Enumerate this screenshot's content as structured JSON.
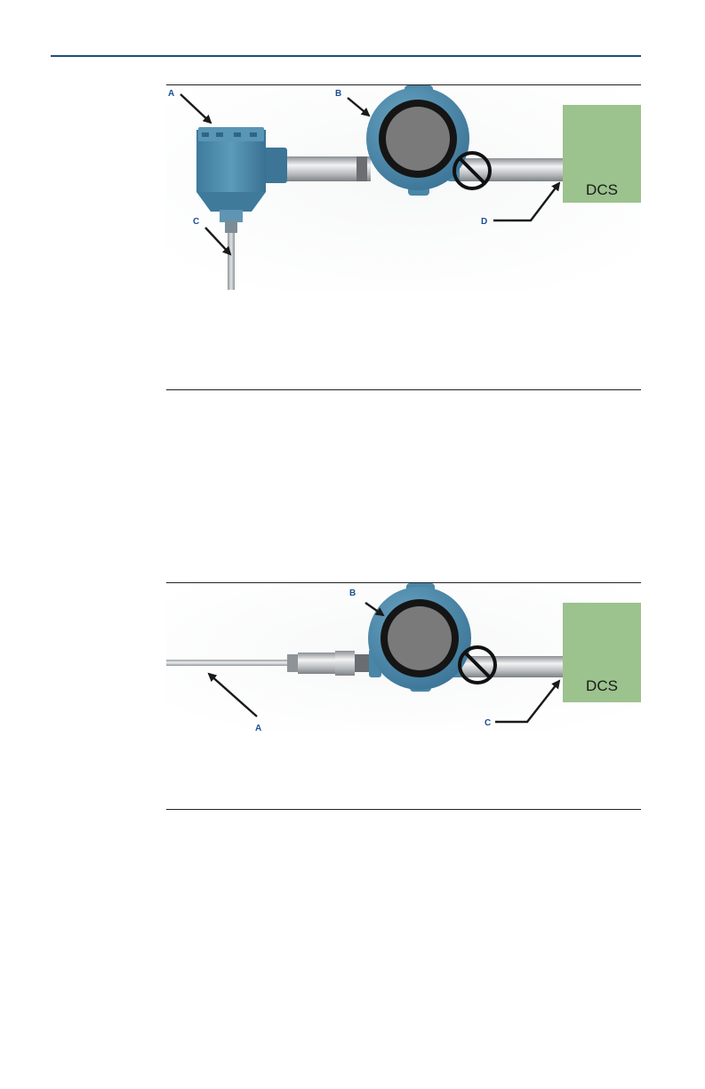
{
  "figure1": {
    "callouts": {
      "a": "A",
      "b": "B",
      "c": "C",
      "d": "D"
    },
    "dcs_label": "DCS"
  },
  "figure2": {
    "callouts": {
      "a": "A",
      "b": "B",
      "c": "C"
    },
    "dcs_label": "DCS"
  },
  "colors": {
    "housing_blue": "#4d8cad",
    "dcs_green": "#9cc28e",
    "callout_blue": "#1a4f94",
    "header_rule": "#1f4e79"
  }
}
